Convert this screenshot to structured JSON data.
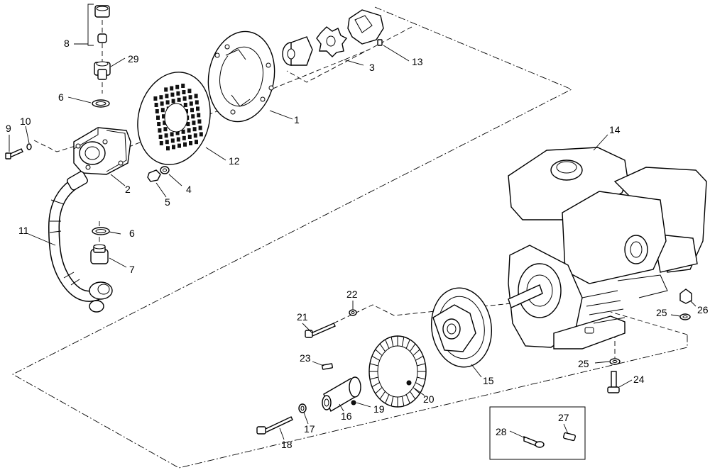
{
  "diagram": {
    "callouts": [
      "1",
      "2",
      "3",
      "4",
      "5",
      "6",
      "6",
      "7",
      "8",
      "9",
      "10",
      "11",
      "12",
      "13",
      "14",
      "15",
      "16",
      "17",
      "18",
      "19",
      "20",
      "21",
      "22",
      "23",
      "24",
      "25",
      "25",
      "26",
      "27",
      "28",
      "29"
    ]
  }
}
